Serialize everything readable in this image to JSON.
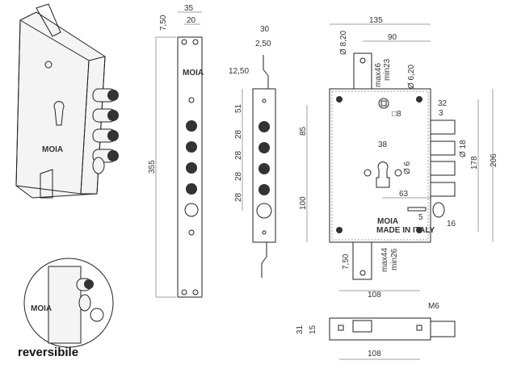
{
  "brand": {
    "logo": "MOIA",
    "made_in": "MADE IN ITALY"
  },
  "caption": "reversibile",
  "faceplate_front": {
    "width": "35",
    "hole_spacing": "20",
    "top_offset": "7,50",
    "length": "355"
  },
  "faceplate_side": {
    "depth": "30",
    "rod": "2,50",
    "offset": "12,50",
    "first_bolt": "51",
    "bolt_pitch": [
      "28",
      "28",
      "28",
      "28"
    ]
  },
  "lock_body": {
    "width": "135",
    "hole_spacing_top": "90",
    "hole_dia_top": "Ø 8,20",
    "range_top_max": "max46",
    "range_top_min": "min23",
    "screw_dia": "Ø 6,20",
    "bolt_length": "32",
    "bolt_gap": "3",
    "spindle": "□8",
    "upper_height": "85",
    "cyl_spacing": "38",
    "cyl_hole": "Ø 6",
    "bolt_dia": "Ø 18",
    "bolt_span": "178",
    "height": "206",
    "backset": "63",
    "lower_height": "100",
    "latch_gap": "5",
    "latch_len": "16",
    "bottom_offset": "7,50",
    "range_bot_max": "max44",
    "range_bot_min": "min26",
    "bottom_width": "108"
  },
  "bottom_view": {
    "thickness": "31",
    "half": "15",
    "thread": "M6",
    "width": "108"
  }
}
